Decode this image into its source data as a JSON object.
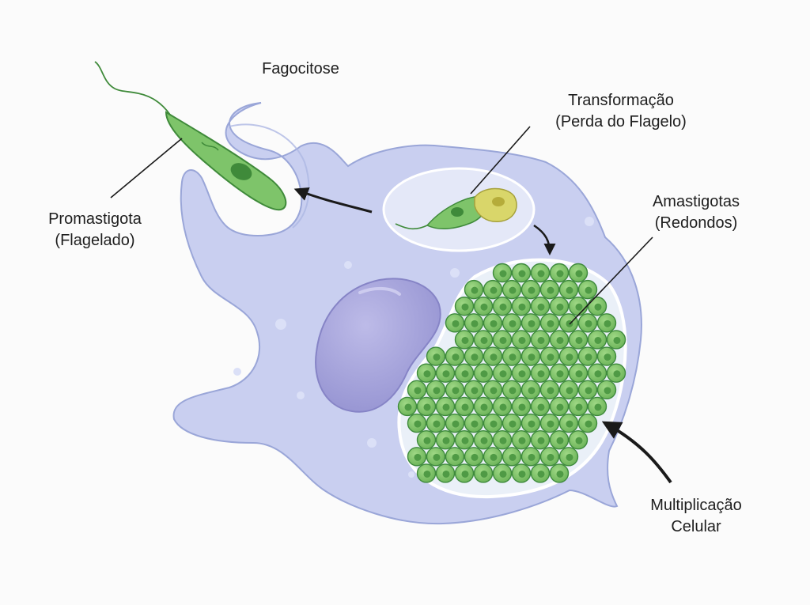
{
  "labels": {
    "fagocitose": "Fagocitose",
    "transformacao_line1": "Transformação",
    "transformacao_line2": "(Perda do Flagelo)",
    "promastigota_line1": "Promastigota",
    "promastigota_line2": "(Flagelado)",
    "amastigotas_line1": "Amastigotas",
    "amastigotas_line2": "(Redondos)",
    "multiplicacao_line1": "Multiplicação",
    "multiplicacao_line2": "Celular"
  },
  "colors": {
    "background": "#fbfbfb",
    "macrophage_fill": "#c9cff0",
    "macrophage_stroke": "#9aa6d8",
    "nucleus_fill": "#a5a3d9",
    "parasite_green": "#7ec46a",
    "parasite_dark": "#3f8a3a",
    "amastigote_fill": "#82c86a",
    "amastigote_stroke": "#3e8a3c",
    "transforming_yellow": "#d9d66a",
    "arrow": "#1a1a1a"
  },
  "icons": {
    "promastigote": "flagellated-parasite",
    "transforming": "transforming-parasite",
    "amastigote": "round-parasite",
    "macrophage": "macrophage-cell",
    "nucleus": "cell-nucleus"
  }
}
